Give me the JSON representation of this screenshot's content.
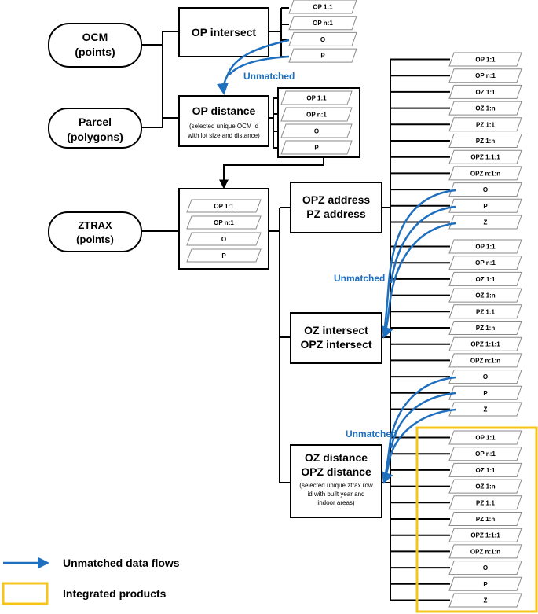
{
  "sources": {
    "ocm": {
      "line1": "OCM",
      "line2": "(points)"
    },
    "parcel": {
      "line1": "Parcel",
      "line2": "(polygons)"
    },
    "ztrax": {
      "line1": "ZTRAX",
      "line2": "(points)"
    }
  },
  "processes": {
    "op_intersect": {
      "title": "OP intersect"
    },
    "op_distance": {
      "title": "OP distance",
      "note1": "(selected unique OCM id",
      "note2": "with lot size and distance)"
    },
    "ztrax_box": {},
    "opz_address": {
      "line1": "OPZ address",
      "line2": "PZ address"
    },
    "oz_intersect": {
      "line1": "OZ intersect",
      "line2": "OPZ intersect"
    },
    "oz_distance": {
      "line1": "OZ distance",
      "line2": "OPZ distance",
      "note1": "(selected unique ztrax row",
      "note2": "id with built year and",
      "note3": "indoor areas)"
    }
  },
  "outputs": {
    "op_intersect": [
      "OP 1:1",
      "OP n:1",
      "O",
      "P"
    ],
    "op_distance": [
      "OP 1:1",
      "OP n:1",
      "O",
      "P"
    ],
    "ztrax_box": [
      "OP 1:1",
      "OP n:1",
      "O",
      "P"
    ],
    "opz_address": [
      "OP 1:1",
      "OP n:1",
      "OZ 1:1",
      "OZ 1:n",
      "PZ 1:1",
      "PZ 1:n",
      "OPZ 1:1:1",
      "OPZ n:1:n",
      "O",
      "P",
      "Z"
    ],
    "oz_intersect": [
      "OP 1:1",
      "OP n:1",
      "OZ 1:1",
      "OZ 1:n",
      "PZ 1:1",
      "PZ 1:n",
      "OPZ 1:1:1",
      "OPZ n:1:n",
      "O",
      "P",
      "Z"
    ],
    "oz_distance": [
      "OP 1:1",
      "OP n:1",
      "OZ 1:1",
      "OZ 1:n",
      "PZ 1:1",
      "PZ 1:n",
      "OPZ 1:1:1",
      "OPZ n:1:n",
      "O",
      "P",
      "Z"
    ]
  },
  "flow_labels": {
    "unmatched": "Unmatched"
  },
  "legend": {
    "unmatched_flows": "Unmatched data flows",
    "integrated_products": "Integrated products"
  },
  "colors": {
    "flow": "#1f6fbf",
    "highlight": "#f5c518",
    "line": "#000000",
    "para_border": "#8a8a8a"
  }
}
